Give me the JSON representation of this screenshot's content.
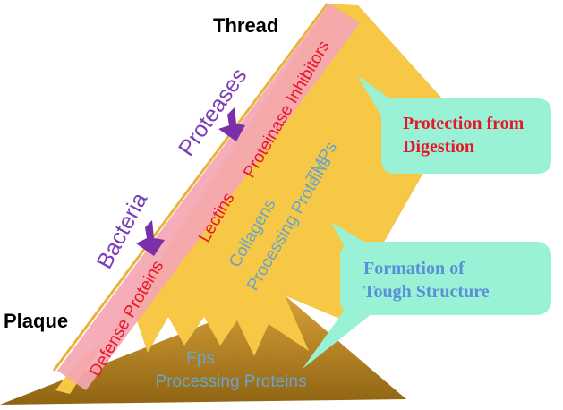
{
  "labels": {
    "thread": "Thread",
    "plaque": "Plaque",
    "bacteria": "Bacteria",
    "proteases": "Proteases"
  },
  "red_proteins": {
    "defense": "Defense Proteins",
    "lectins": "Lectins",
    "inhibitors": "Proteinase Inhibitors"
  },
  "blue_proteins": {
    "collagens": "Collagens",
    "tmps": "TMPs",
    "processing_1": "Processing Proteins",
    "processing_2": "Processing Proteins",
    "fps": "Fps",
    "processing_3": "Processing Proteins"
  },
  "callouts": {
    "protection_line1": "Protection from",
    "protection_line2": "Digestion",
    "formation_line1": "Formation of",
    "formation_line2": "Tough Structure"
  },
  "colors": {
    "protection_text": "#e8162b",
    "formation_text": "#5b8fd6",
    "callout_fill": "#99f2d6",
    "thread_fill": "#f7c846",
    "thread_dark": "#b8861c",
    "cuticle_fill": "#f4a6b4",
    "purple": "#7a3fb8",
    "arrow_purple": "#7b2fa8"
  }
}
